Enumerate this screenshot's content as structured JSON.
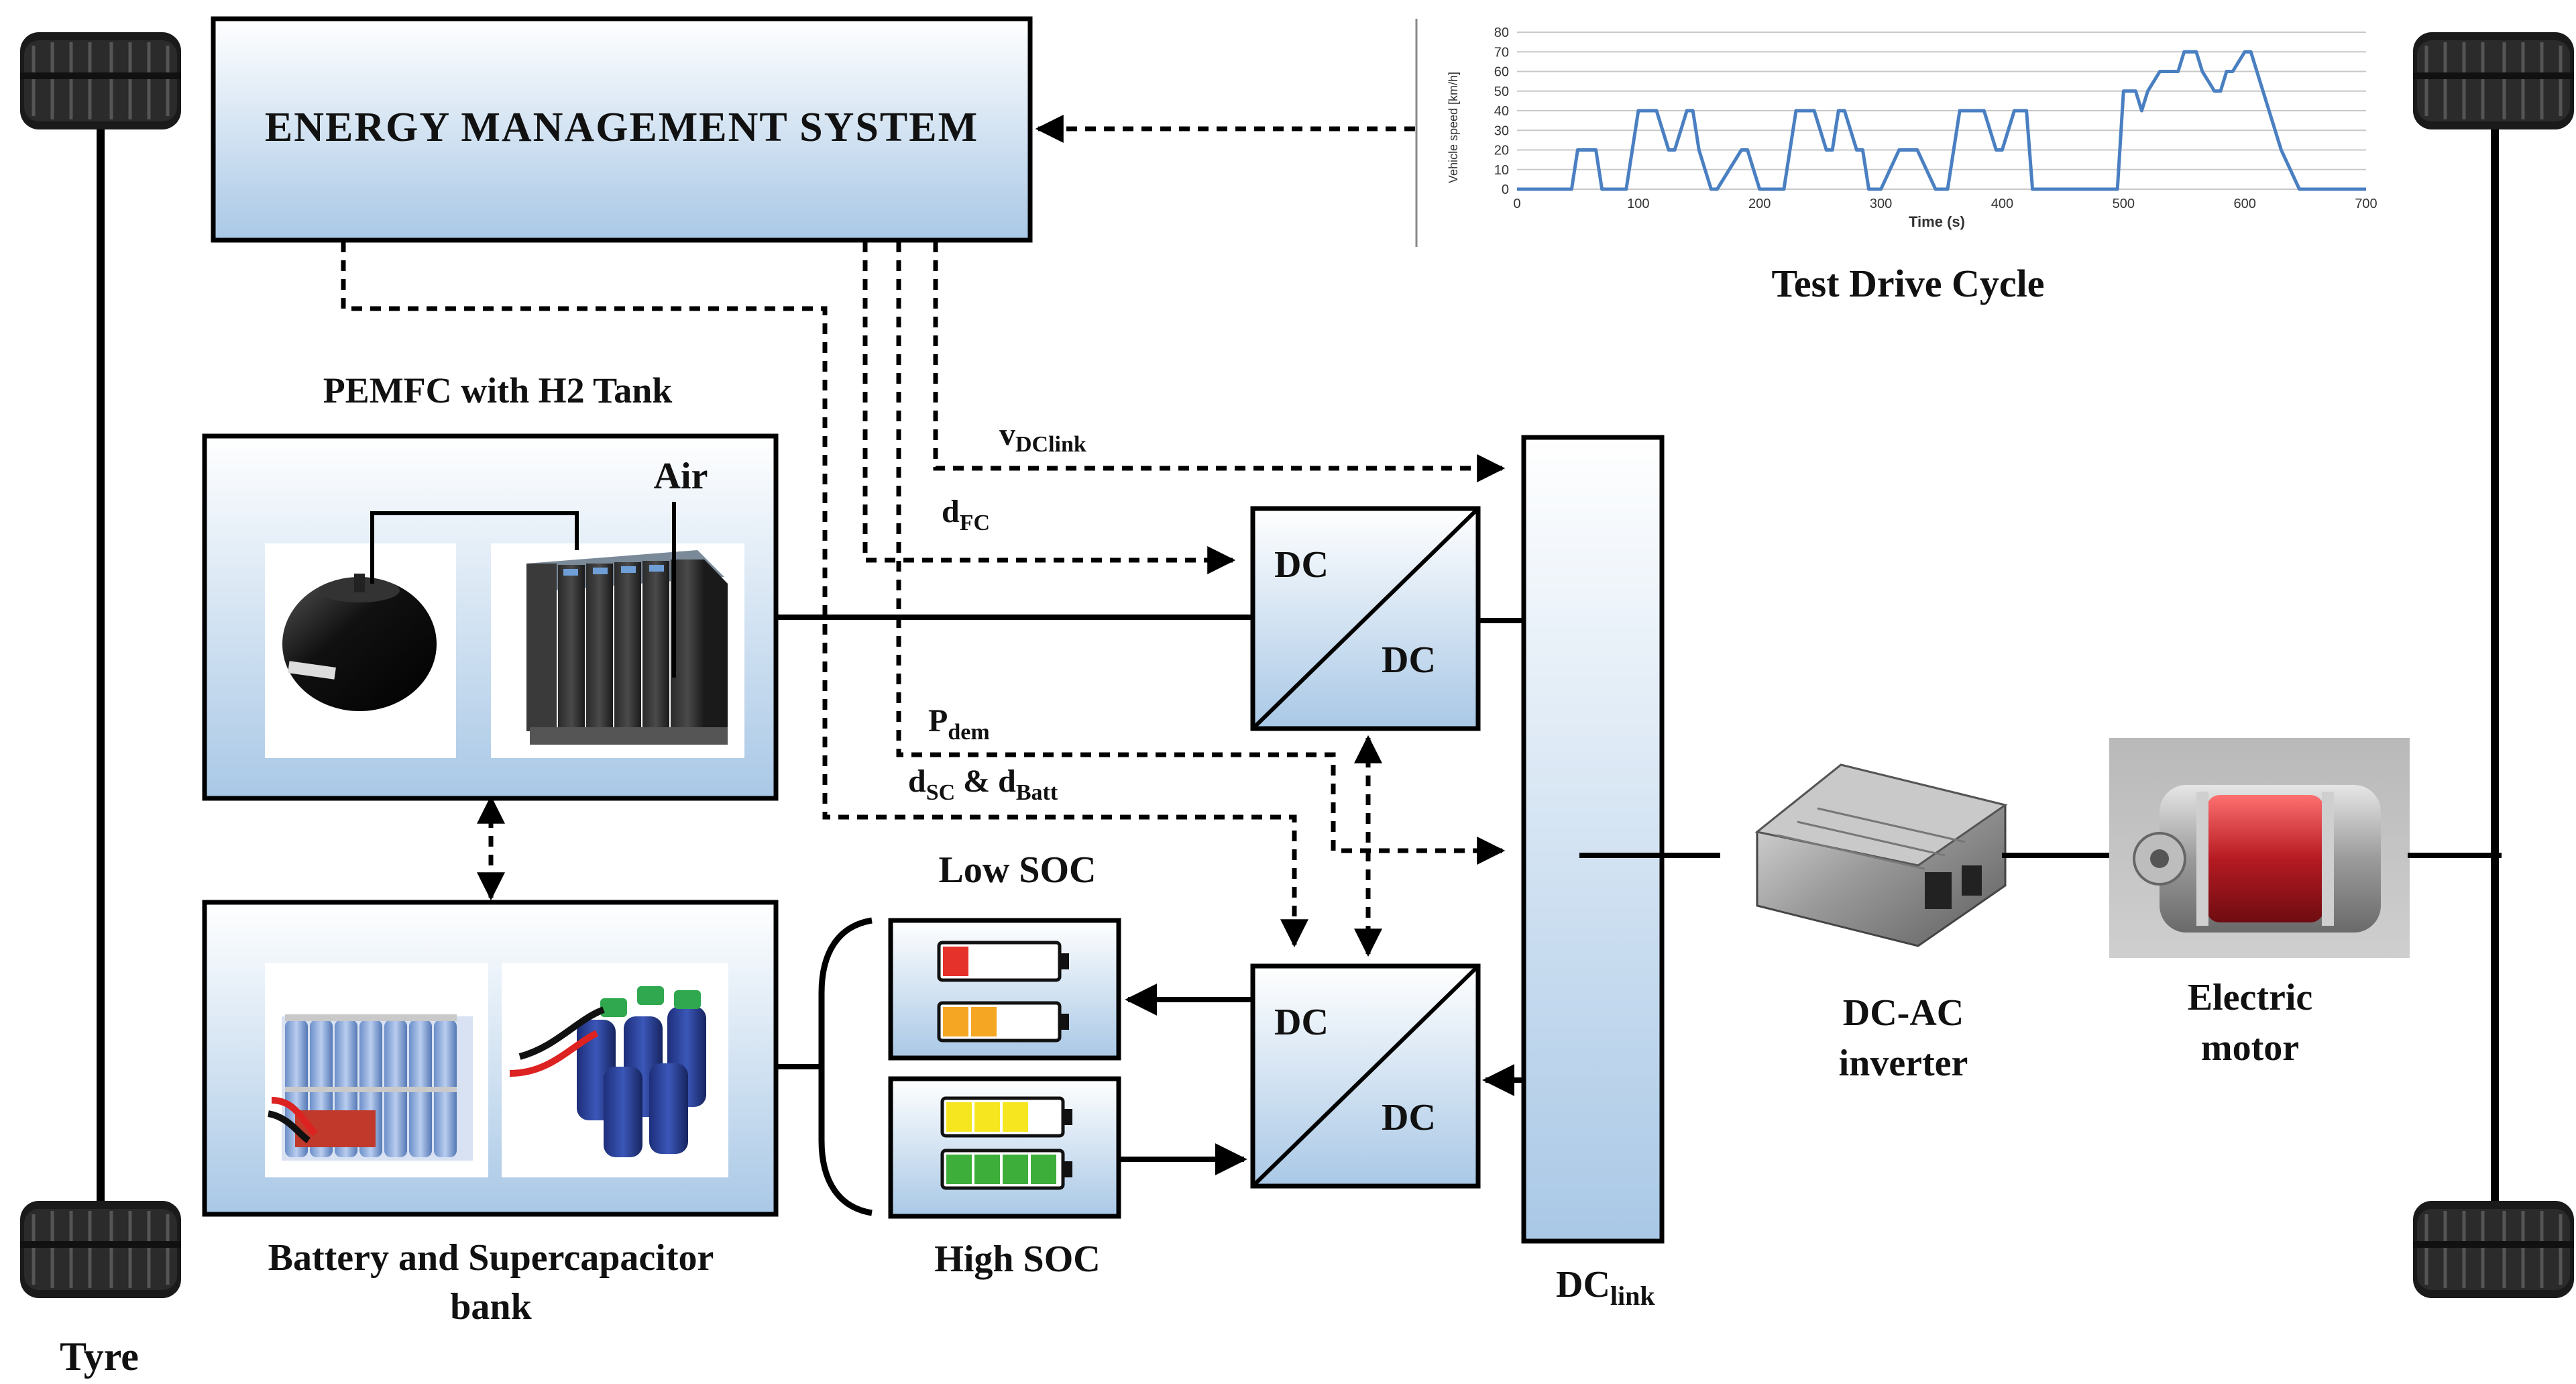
{
  "labels": {
    "ems": "ENERGY MANAGEMENT SYSTEM",
    "pemfc_title": "PEMFC with H2 Tank",
    "air": "Air",
    "battery_title_line1": "Battery and Supercapacitor",
    "battery_title_line2": "bank",
    "tyre": "Tyre",
    "low_soc": "Low SOC",
    "high_soc": "High SOC",
    "dc": "DC",
    "dclink_main": "DC",
    "dclink_sub": "link",
    "inverter_line1": "DC-AC",
    "inverter_line2": "inverter",
    "motor_line1": "Electric",
    "motor_line2": "motor",
    "test_cycle": "Test Drive Cycle"
  },
  "signals": {
    "v_main": "v",
    "v_sub": "DClink",
    "dfc_main": "d",
    "dfc_sub": "FC",
    "pdem_main": "P",
    "pdem_sub": "dem",
    "dsc_main": "d",
    "dsc_sub": "SC",
    "dsc_amp": " & d",
    "dbatt_sub": "Batt"
  },
  "colors": {
    "box_top": "#ffffff",
    "box_bottom": "#a9c8e6",
    "line": "#000000",
    "chart_line": "#4a7fc1",
    "battery_red": "#e5322a",
    "battery_orange": "#f5a623",
    "battery_yellow": "#f5e61f",
    "battery_green": "#3dae3a"
  },
  "chart_data": {
    "type": "line",
    "xlabel": "Time (s)",
    "ylabel": "Vehicle speed [km/h]",
    "xlim": [
      0,
      700
    ],
    "ylim": [
      0,
      80
    ],
    "x_ticks": [
      0,
      100,
      200,
      300,
      400,
      500,
      600,
      700
    ],
    "y_ticks": [
      0,
      10,
      20,
      30,
      40,
      50,
      60,
      70,
      80
    ],
    "grid": true,
    "series": [
      {
        "x": [
          0,
          45,
          50,
          65,
          70,
          90,
          100,
          115,
          125,
          130,
          140,
          145,
          150,
          160,
          165,
          185,
          190,
          200,
          210,
          220,
          230,
          240,
          245,
          255,
          260,
          265,
          270,
          280,
          285,
          290,
          300,
          315,
          330,
          345,
          355,
          365,
          375,
          380,
          385,
          395,
          400,
          410,
          420,
          425,
          435,
          495,
          500,
          510,
          515,
          520,
          530,
          540,
          545,
          550,
          555,
          560,
          565,
          575,
          580,
          585,
          590,
          600,
          605,
          610,
          620,
          625,
          630,
          645,
          700
        ],
        "y": [
          0,
          0,
          20,
          20,
          0,
          0,
          40,
          40,
          20,
          20,
          40,
          40,
          20,
          0,
          0,
          20,
          20,
          0,
          0,
          0,
          40,
          40,
          40,
          20,
          20,
          40,
          40,
          20,
          20,
          0,
          0,
          20,
          20,
          0,
          0,
          40,
          40,
          40,
          40,
          20,
          20,
          40,
          40,
          0,
          0,
          0,
          50,
          50,
          40,
          50,
          60,
          60,
          60,
          70,
          70,
          70,
          60,
          50,
          50,
          60,
          60,
          70,
          70,
          60,
          40,
          30,
          20,
          0,
          0
        ]
      }
    ]
  }
}
